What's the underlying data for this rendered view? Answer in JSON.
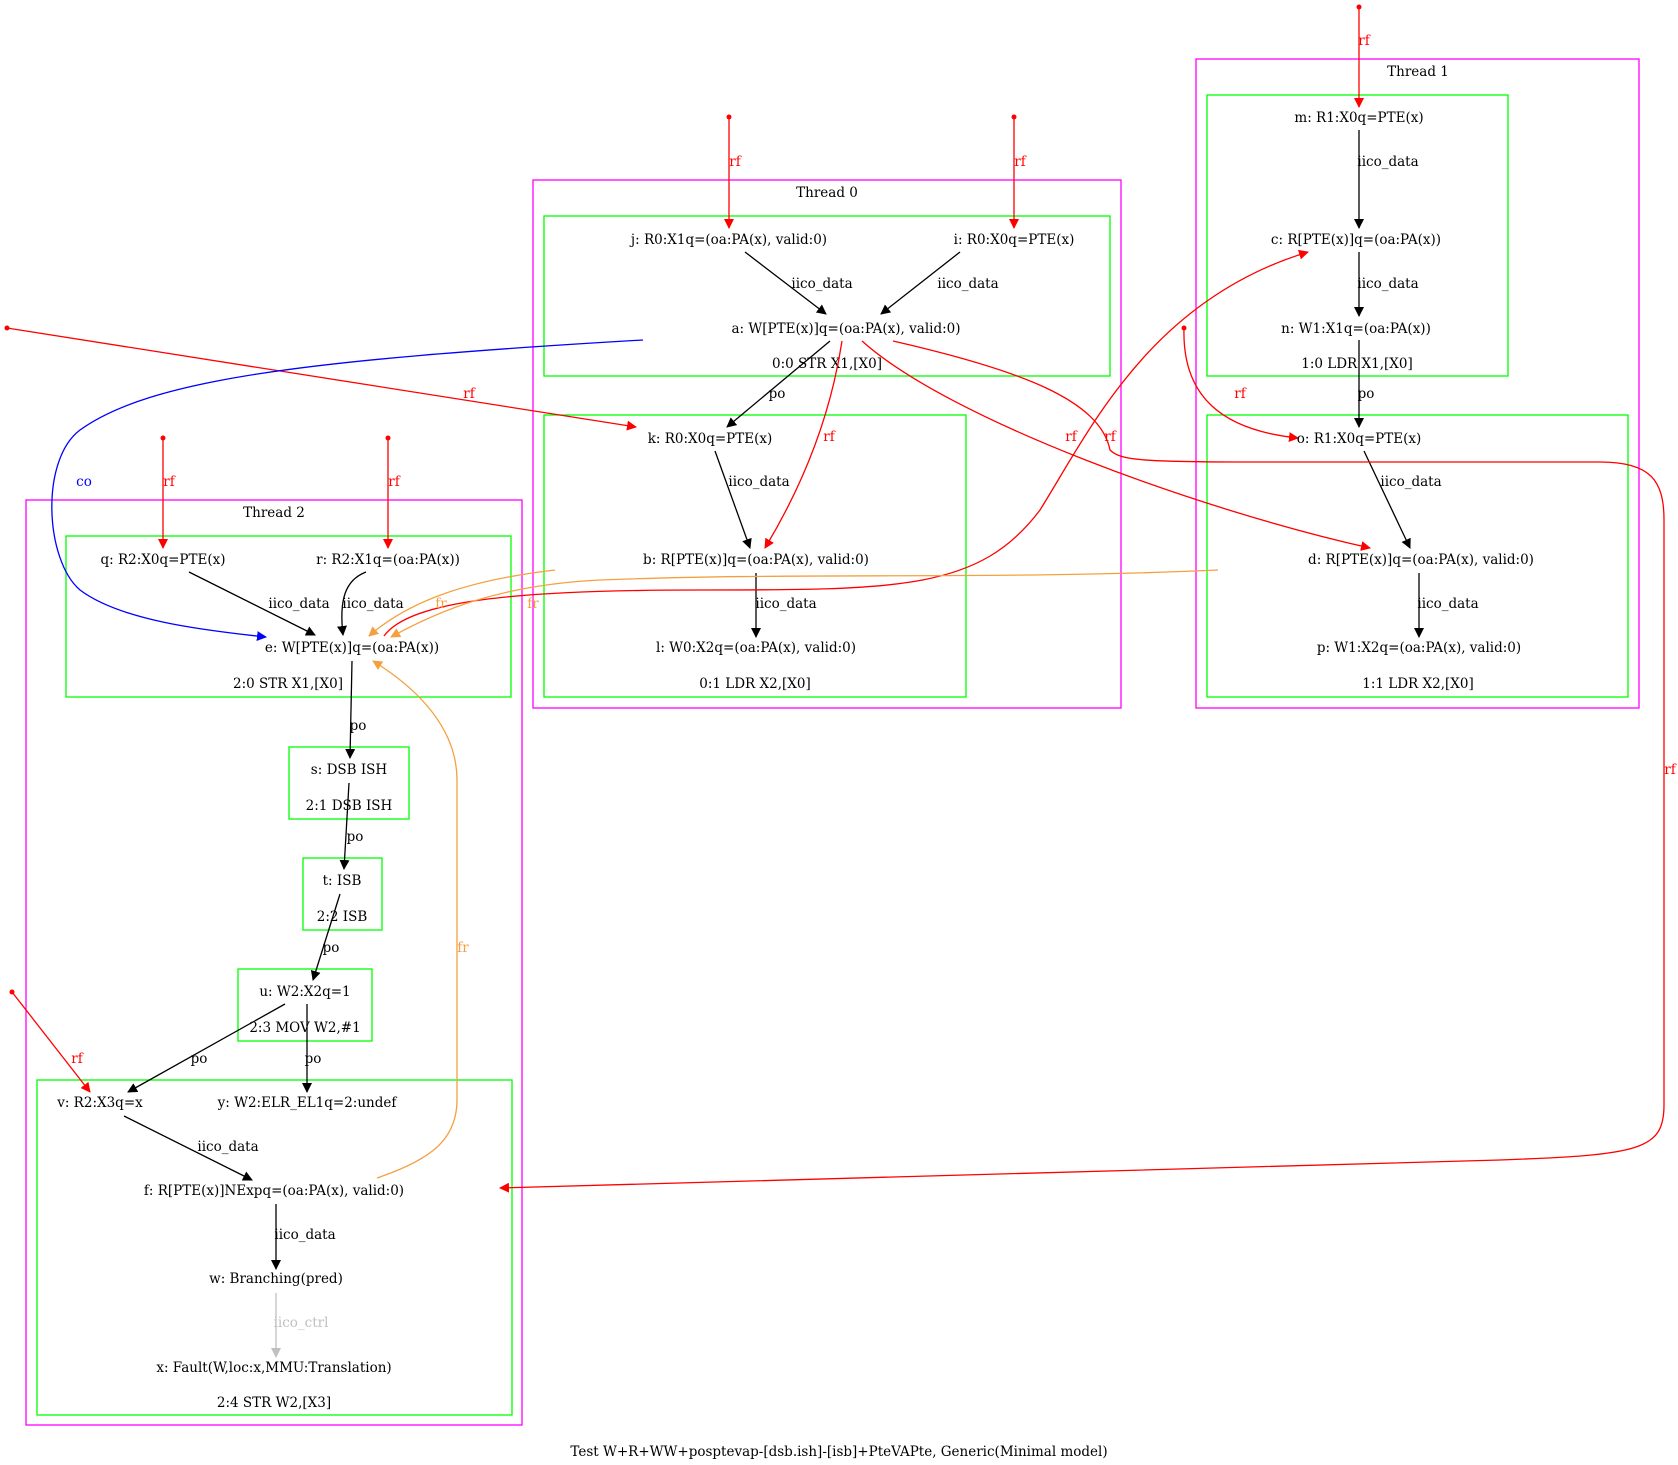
{
  "caption": "Test W+R+WW+posptevap-[dsb.ish]-[isb]+PteVAPte, Generic(Minimal model)",
  "threads": [
    {
      "title": "Thread 0"
    },
    {
      "title": "Thread 1"
    },
    {
      "title": "Thread 2"
    }
  ],
  "instructions": {
    "i00": "0:0 STR X1,[X0]",
    "i01": "0:1 LDR X2,[X0]",
    "i10": "1:0 LDR X1,[X0]",
    "i11": "1:1 LDR X2,[X0]",
    "i20": "2:0 STR X1,[X0]",
    "i21": "2:1 DSB ISH",
    "i22": "2:2 ISB",
    "i23": "2:3 MOV W2,#1",
    "i24": "2:4 STR W2,[X3]"
  },
  "events": {
    "j": "j: R0:X1q=(oa:PA(x), valid:0)",
    "i": "i: R0:X0q=PTE(x)",
    "a": "a: W[PTE(x)]q=(oa:PA(x), valid:0)",
    "k": "k: R0:X0q=PTE(x)",
    "b": "b: R[PTE(x)]q=(oa:PA(x), valid:0)",
    "l": "l: W0:X2q=(oa:PA(x), valid:0)",
    "m": "m: R1:X0q=PTE(x)",
    "c": "c: R[PTE(x)]q=(oa:PA(x))",
    "n": "n: W1:X1q=(oa:PA(x))",
    "o": "o: R1:X0q=PTE(x)",
    "d": "d: R[PTE(x)]q=(oa:PA(x), valid:0)",
    "p": "p: W1:X2q=(oa:PA(x), valid:0)",
    "q": "q: R2:X0q=PTE(x)",
    "r": "r: R2:X1q=(oa:PA(x))",
    "e": "e: W[PTE(x)]q=(oa:PA(x))",
    "s": "s: DSB ISH",
    "t": "t: ISB",
    "u": "u: W2:X2q=1",
    "v": "v: R2:X3q=x",
    "y": "y: W2:ELR_EL1q=2:undef",
    "f": "f: R[PTE(x)]NExpq=(oa:PA(x), valid:0)",
    "w": "w: Branching(pred)",
    "x": "x: Fault(W,loc:x,MMU:Translation)"
  },
  "relations": {
    "iico_data": "iico_data",
    "iico_ctrl": "iico_ctrl",
    "po": "po",
    "rf": "rf",
    "co": "co",
    "fr": "fr"
  },
  "colors": {
    "thread_border": "#ff00ff",
    "instruction_border": "#00ff00",
    "rf": "#ff0000",
    "co": "#0000ff",
    "fr": "#f5a040",
    "iico_ctrl": "#c0c0c0"
  }
}
